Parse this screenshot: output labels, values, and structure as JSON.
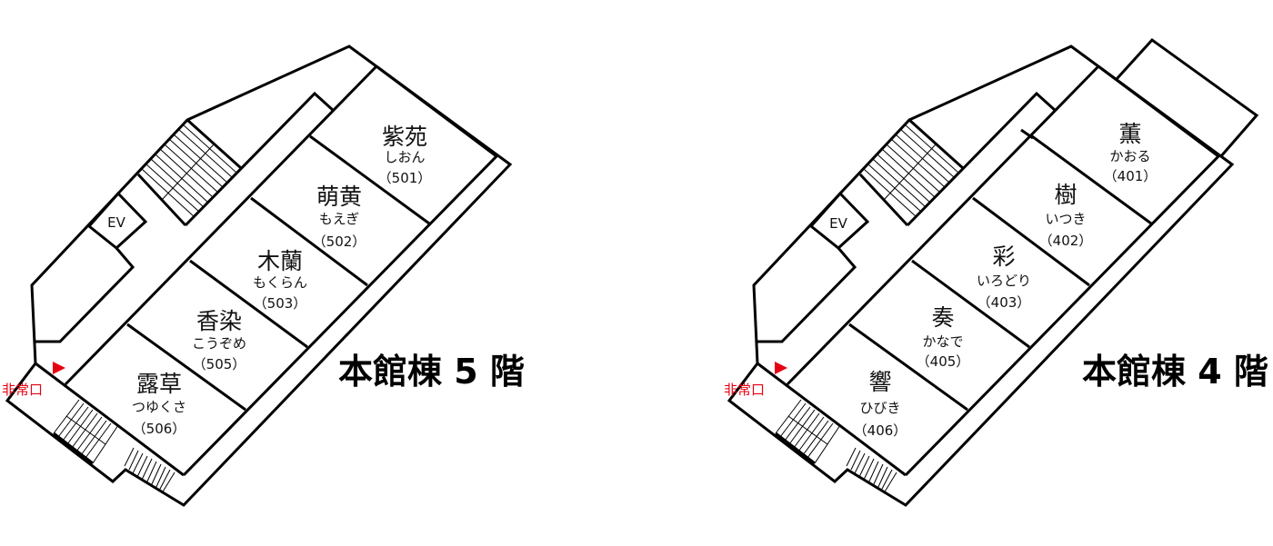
{
  "colors": {
    "exit": "#e60012",
    "wall": "#000000"
  },
  "floors": [
    {
      "title": "本館棟 5 階",
      "ev_label": "EV",
      "exit_label": "非常口",
      "exit_icon": "exit-arrow-icon",
      "rooms": [
        {
          "name": "紫苑",
          "kana": "しおん",
          "number": "（501）"
        },
        {
          "name": "萌黄",
          "kana": "もえぎ",
          "number": "（502）"
        },
        {
          "name": "木蘭",
          "kana": "もくらん",
          "number": "（503）"
        },
        {
          "name": "香染",
          "kana": "こうぞめ",
          "number": "（505）"
        },
        {
          "name": "露草",
          "kana": "つゆくさ",
          "number": "（506）"
        }
      ]
    },
    {
      "title": "本館棟 4 階",
      "ev_label": "EV",
      "exit_label": "非常口",
      "exit_icon": "exit-arrow-icon",
      "rooms": [
        {
          "name": "薫",
          "kana": "かおる",
          "number": "（401）"
        },
        {
          "name": "樹",
          "kana": "いつき",
          "number": "（402）"
        },
        {
          "name": "彩",
          "kana": "いろどり",
          "number": "（403）"
        },
        {
          "name": "奏",
          "kana": "かなで",
          "number": "（405）"
        },
        {
          "name": "響",
          "kana": "ひびき",
          "number": "（406）"
        }
      ]
    }
  ]
}
